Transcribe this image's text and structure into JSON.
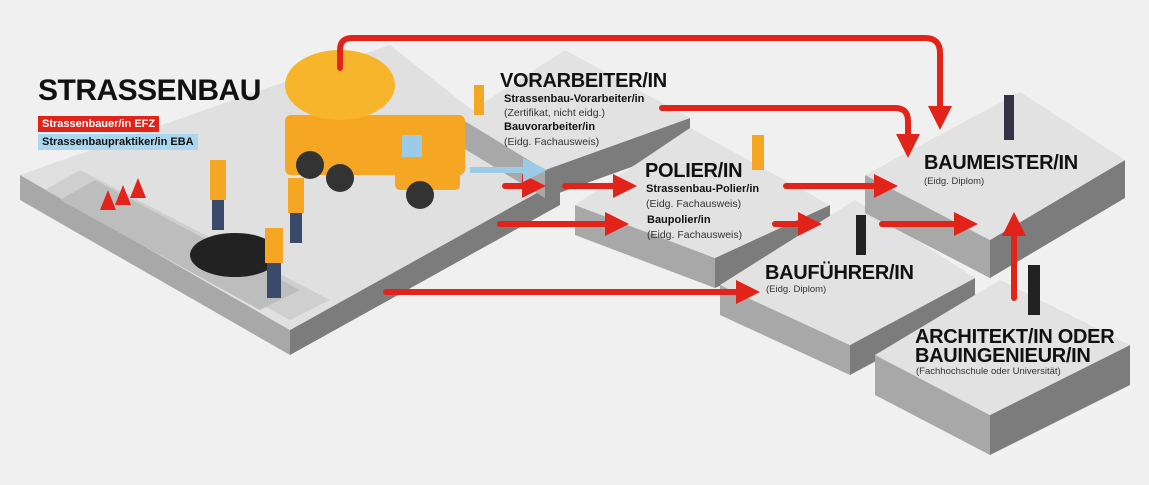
{
  "title": "STRASSENBAU",
  "badges": {
    "efz": "Strassenbauer/in EFZ",
    "eba": "Strassenbaupraktiker/in EBA"
  },
  "vorarbeiter": {
    "title": "VORARBEITER/IN",
    "items": [
      {
        "name": "Strassenbau-Vorarbeiter/in",
        "note": "(Zertifikat, nicht eidg.)"
      },
      {
        "name": "Bauvorarbeiter/in",
        "note": "(Eidg. Fachausweis)"
      }
    ]
  },
  "polier": {
    "title": "POLIER/IN",
    "items": [
      {
        "name": "Strassenbau-Polier/in",
        "note": "(Eidg. Fachausweis)"
      },
      {
        "name": "Baupolier/in",
        "note": "(Eidg. Fachausweis)"
      }
    ]
  },
  "baufuehrer": {
    "title": "BAUFÜHRER/IN",
    "note": "(Eidg. Diplom)"
  },
  "baumeister": {
    "title": "BAUMEISTER/IN",
    "note": "(Eidg. Diplom)"
  },
  "architekt": {
    "title_line1": "ARCHITEKT/IN ODER",
    "title_line2": "BAUINGENIEUR/IN",
    "note": "(Fachhochschule oder Universität)"
  },
  "colors": {
    "red": "#e2231a",
    "blue": "#9ccbe8",
    "slab_top": "#e2e2e2",
    "slab_side_l": "#a8a8a8",
    "slab_side_r": "#7c7c7c"
  }
}
